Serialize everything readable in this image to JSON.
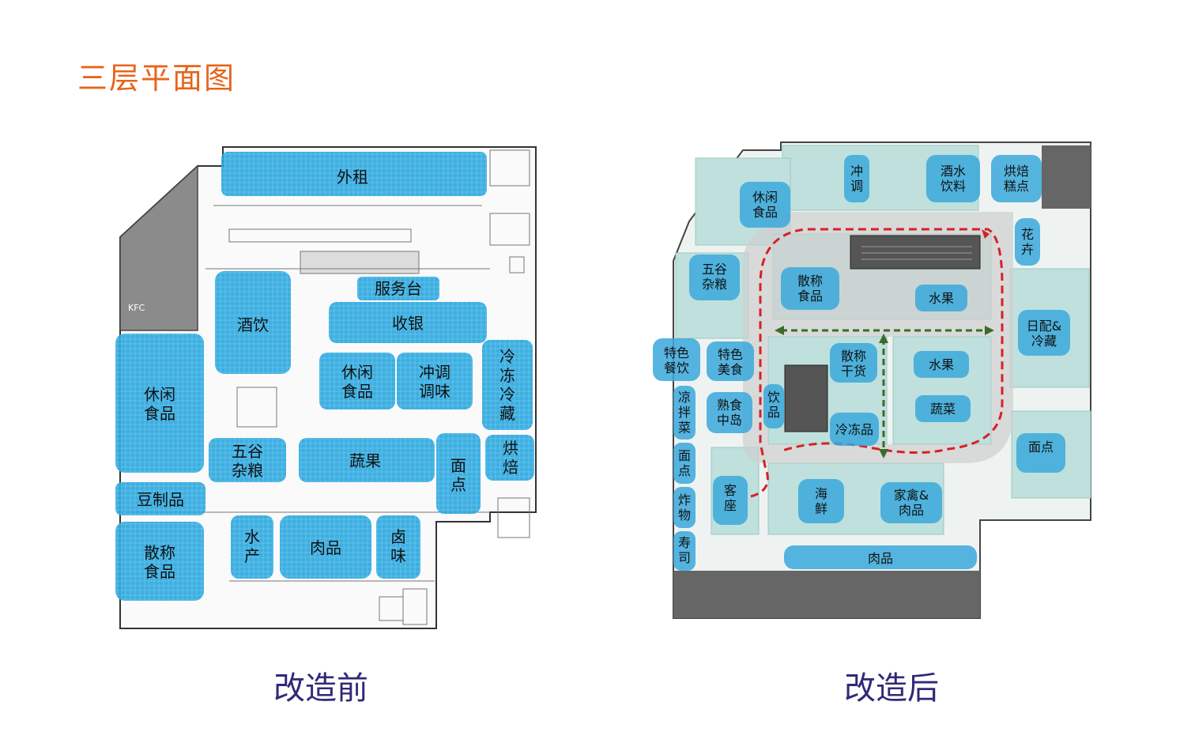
{
  "title": "三层平面图",
  "captions": {
    "before": "改造前",
    "after": "改造后"
  },
  "colors": {
    "title": "#e8641b",
    "caption": "#2e2a78",
    "zone_before": "#29a8e0",
    "zone_after": "#3aa9dc",
    "route": "#d42128",
    "axis": "#3a6b2a",
    "floor_after": "#bfe0dc"
  },
  "before_plan": {
    "kfc_label": "KFC",
    "zones": [
      {
        "label": "外租"
      },
      {
        "label": "服务台"
      },
      {
        "label": "酒饮"
      },
      {
        "label": "收银"
      },
      {
        "label": "休闲食品"
      },
      {
        "label": "休闲食品"
      },
      {
        "label": "冲调调味"
      },
      {
        "label": "冷冻冷藏"
      },
      {
        "label": "五谷杂粮"
      },
      {
        "label": "蔬果"
      },
      {
        "label": "面点"
      },
      {
        "label": "烘焙"
      },
      {
        "label": "豆制品"
      },
      {
        "label": "散称食品"
      },
      {
        "label": "水产"
      },
      {
        "label": "肉品"
      },
      {
        "label": "卤味"
      }
    ]
  },
  "after_plan": {
    "zones": [
      {
        "label": "冲调"
      },
      {
        "label": "酒水饮料"
      },
      {
        "label": "烘焙糕点"
      },
      {
        "label": "休闲食品"
      },
      {
        "label": "花卉"
      },
      {
        "label": "五谷杂粮"
      },
      {
        "label": "散称食品"
      },
      {
        "label": "水果"
      },
      {
        "label": "日配&冷藏"
      },
      {
        "label": "特色餐饮"
      },
      {
        "label": "特色美食"
      },
      {
        "label": "散称干货"
      },
      {
        "label": "水果"
      },
      {
        "label": "凉拌菜"
      },
      {
        "label": "熟食中岛"
      },
      {
        "label": "饮品"
      },
      {
        "label": "蔬菜"
      },
      {
        "label": "面点"
      },
      {
        "label": "冷冻品"
      },
      {
        "label": "面点"
      },
      {
        "label": "客座"
      },
      {
        "label": "海鲜"
      },
      {
        "label": "家禽&肉品"
      },
      {
        "label": "炸物"
      },
      {
        "label": "寿司"
      },
      {
        "label": "肉品"
      }
    ]
  }
}
